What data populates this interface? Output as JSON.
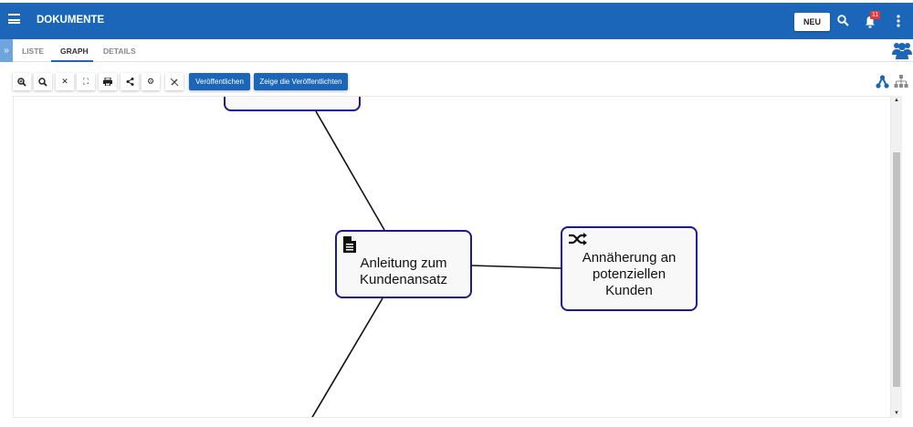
{
  "header": {
    "title": "DOKUMENTE",
    "new_label": "NEU",
    "notification_count": "11"
  },
  "tabs": [
    {
      "label": "LISTE"
    },
    {
      "label": "GRAPH",
      "active": true
    },
    {
      "label": "DETAILS"
    }
  ],
  "toolbar": {
    "publish_label": "Veröffentlichen",
    "show_published_label": "Zeige die Veröffentlichten"
  },
  "graph": {
    "nodes": [
      {
        "label": "",
        "icon": "unknown"
      },
      {
        "label": "Anleitung zum Kundenansatz",
        "icon": "document-icon"
      },
      {
        "label": "Annäherung an potenziellen Kunden",
        "icon": "shuffle-icon"
      }
    ]
  },
  "colors": {
    "primary": "#1b66b8",
    "node_border": "#1a1a8c",
    "badge": "#e53935"
  }
}
